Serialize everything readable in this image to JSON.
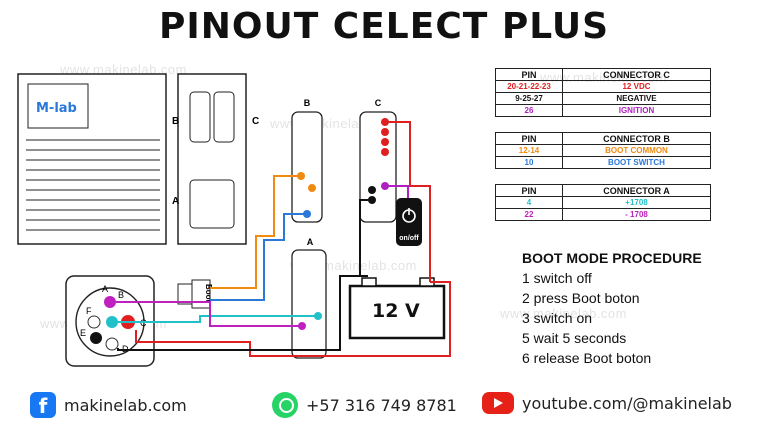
{
  "title": "PINOUT CELECT PLUS",
  "watermark": "www.makinelab.com",
  "ecu_logo": "M-lab",
  "labels": {
    "ecu_b": "B",
    "ecu_c": "C",
    "ecu_a": "A",
    "conn_b": "B",
    "conn_c": "C",
    "conn_a": "A",
    "battery": "12 V",
    "boot": "Boot",
    "switch": "on/off",
    "diag_a": "A",
    "diag_b": "B",
    "diag_c": "C",
    "diag_d": "D",
    "diag_e": "E",
    "diag_f": "F"
  },
  "tables": {
    "connector_c": {
      "header_pin": "PIN",
      "header_name": "CONNECTOR C",
      "rows": [
        {
          "pin": "20-21-22-23",
          "desc": "12 VDC",
          "color": "#e02020"
        },
        {
          "pin": "9-25-27",
          "desc": "NEGATIVE",
          "color": "#111111"
        },
        {
          "pin": "26",
          "desc": "IGNITION",
          "color": "#b020c0"
        }
      ]
    },
    "connector_b": {
      "header_pin": "PIN",
      "header_name": "CONNECTOR B",
      "rows": [
        {
          "pin": "12-14",
          "desc": "BOOT COMMON",
          "color": "#f08a10"
        },
        {
          "pin": "10",
          "desc": "BOOT SWITCH",
          "color": "#2a78d8"
        }
      ]
    },
    "connector_a": {
      "header_pin": "PIN",
      "header_name": "CONNECTOR A",
      "rows": [
        {
          "pin": "4",
          "desc": "+1708",
          "color": "#22c0c8"
        },
        {
          "pin": "22",
          "desc": "- 1708",
          "color": "#c020c0"
        }
      ]
    }
  },
  "procedure": {
    "title": "BOOT MODE PROCEDURE",
    "steps": [
      "1 switch off",
      "2 press Boot boton",
      "3 switch on",
      "5 wait 5 seconds",
      "6 release Boot boton"
    ]
  },
  "footer": {
    "facebook": "makinelab.com",
    "whatsapp": "+57 316 749 8781",
    "youtube": "youtube.com/@makinelab"
  },
  "colors": {
    "red": "#e02020",
    "black": "#111111",
    "purple": "#b020c0",
    "orange": "#f08a10",
    "blue": "#2a78d8",
    "cyan": "#22c0c8",
    "magenta": "#c020c0"
  }
}
